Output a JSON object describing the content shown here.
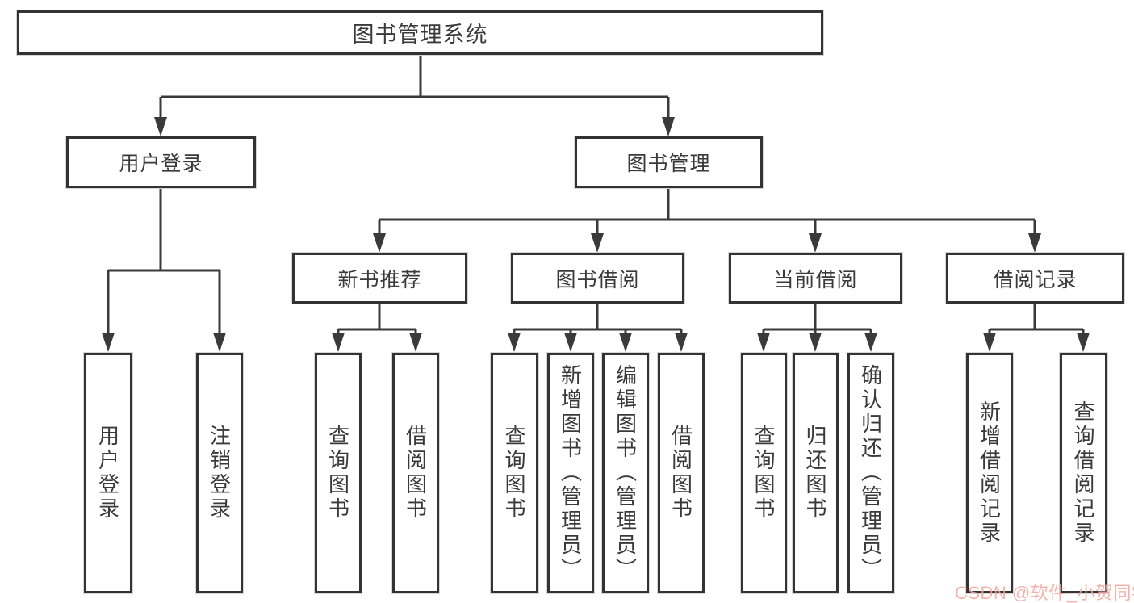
{
  "tree": {
    "root": {
      "label": "图书管理系统"
    },
    "branches": [
      {
        "label": "用户登录",
        "children": [
          {
            "label": "用户登录"
          },
          {
            "label": "注销登录"
          }
        ]
      },
      {
        "label": "图书管理",
        "children": [
          {
            "label": "新书推荐",
            "children": [
              {
                "label": "查询图书"
              },
              {
                "label": "借阅图书"
              }
            ]
          },
          {
            "label": "图书借阅",
            "children": [
              {
                "label": "查询图书"
              },
              {
                "label": "新增图书（管理员）"
              },
              {
                "label": "编辑图书（管理员）"
              },
              {
                "label": "借阅图书"
              }
            ]
          },
          {
            "label": "当前借阅",
            "children": [
              {
                "label": "查询图书"
              },
              {
                "label": "归还图书"
              },
              {
                "label": "确认归还（管理员）"
              }
            ]
          },
          {
            "label": "借阅记录",
            "children": [
              {
                "label": "新增借阅记录"
              },
              {
                "label": "查询借阅记录"
              }
            ]
          }
        ]
      }
    ]
  },
  "watermark": {
    "text": "CSDN @软件_小贺同学",
    "color": "#f2a69f"
  },
  "colors": {
    "line": "#3a3a3a",
    "text": "#3a3a3a",
    "box_border": "#333333",
    "background": "#ffffff"
  }
}
